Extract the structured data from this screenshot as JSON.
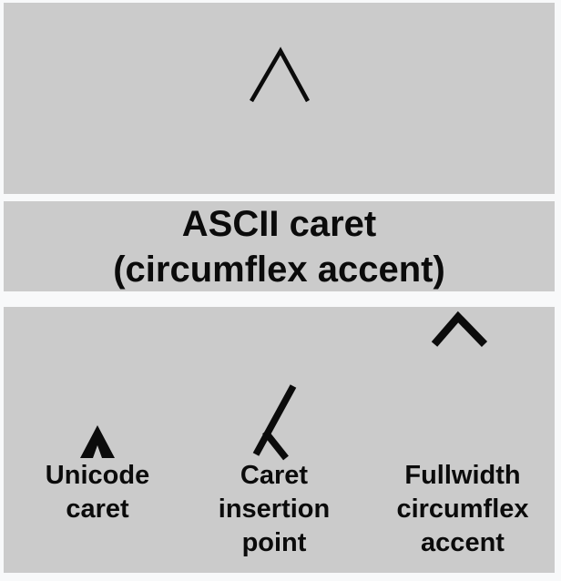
{
  "page": {
    "colors": {
      "background": "#f8f9fa",
      "panel": "#cbcbcb",
      "ink": "#0b0b0b"
    }
  },
  "panels": {
    "top": {
      "glyph_char": "^",
      "glyph_name": "ascii-caret"
    },
    "middle": {
      "title_line1": "ASCII caret",
      "title_line2": "(circumflex accent)"
    },
    "bottom": {
      "items": [
        {
          "glyph_char": "‸",
          "glyph_name": "unicode-caret",
          "label_lines": [
            "Unicode",
            "caret"
          ]
        },
        {
          "glyph_char": "⁁",
          "glyph_name": "caret-insertion-point",
          "label_lines": [
            "Caret",
            "insertion",
            "point"
          ]
        },
        {
          "glyph_char": "＾",
          "glyph_name": "fullwidth-circumflex-accent",
          "label_lines": [
            "Fullwidth",
            "circumflex",
            "accent"
          ]
        }
      ]
    }
  }
}
